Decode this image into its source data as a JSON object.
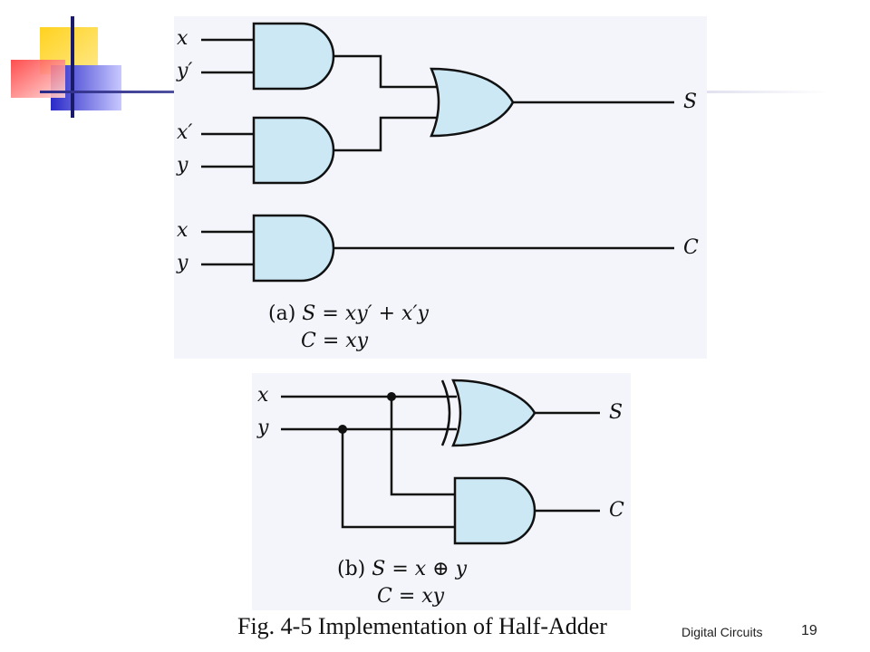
{
  "circuit_a": {
    "inputs": [
      "x",
      "y′",
      "x′",
      "y",
      "x",
      "y"
    ],
    "outputs": [
      "S",
      "C"
    ],
    "caption_label": "(a)",
    "caption_line1_lhs": "S",
    "caption_line1_rhs": "= xy′ + x′y",
    "caption_line2_lhs": "C",
    "caption_line2_rhs": "= xy"
  },
  "circuit_b": {
    "inputs": [
      "x",
      "y"
    ],
    "outputs": [
      "S",
      "C"
    ],
    "caption_label": "(b)",
    "caption_line1_lhs": "S",
    "caption_line1_rhs": "= x ⊕ y",
    "caption_line2_lhs": "C",
    "caption_line2_rhs": "= xy"
  },
  "figure_caption": "Fig. 4-5  Implementation of Half-Adder",
  "footer": {
    "title": "Digital Circuits",
    "slide_number": "19"
  },
  "colors": {
    "gate_fill": "#cce8f4",
    "panel_bg": "#f3f5fb",
    "wire": "#111111",
    "logo_yellow": "#ffd21f",
    "logo_red": "#ff4040",
    "logo_blue": "#3030d0"
  }
}
